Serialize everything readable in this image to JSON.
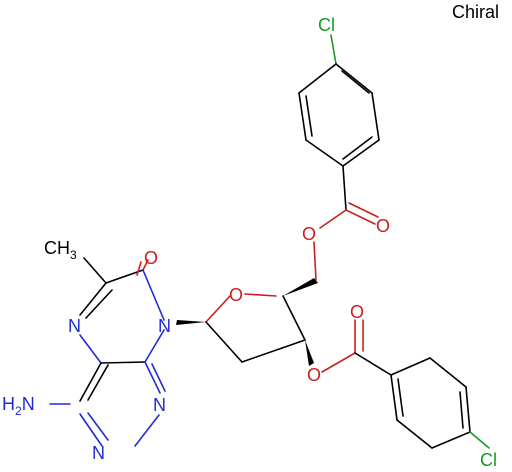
{
  "stereo_label": "Chiral",
  "atoms": {
    "cl_top": "Cl",
    "cl_bottom": "Cl",
    "o_ester_top_carbonyl": "O",
    "o_ester_top_link": "O",
    "o_ring": "O",
    "o_ester_bottom_carbonyl": "O",
    "o_ester_bottom_link": "O",
    "o_keto": "O",
    "n_pteridine_top": "N",
    "n_glycosidic": "N",
    "n_pyrimidine_right": "N",
    "n_pyrimidine_bottom": "N",
    "methyl": "CH",
    "methyl_sub": "3",
    "amine": "H",
    "amine_sub": "2",
    "amine_n": "N"
  },
  "colors": {
    "carbon": "#000000",
    "nitrogen": "#1f2bd6",
    "oxygen": "#cc1f1f",
    "chlorine": "#1a9a24"
  }
}
